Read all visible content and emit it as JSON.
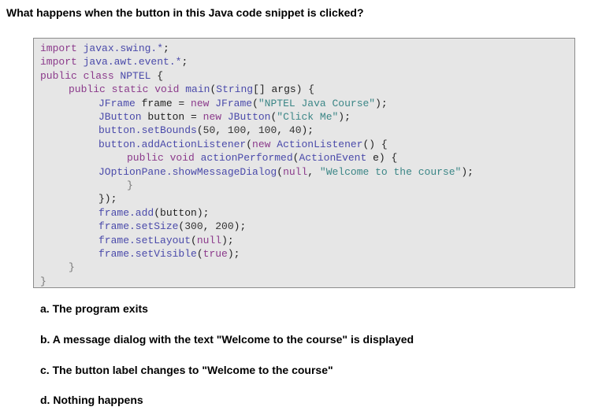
{
  "question": "What happens when the button in this Java code snippet is clicked?",
  "code_lines": [
    [
      [
        "kw",
        "import "
      ],
      [
        "nm",
        "javax.swing.*"
      ],
      [
        "pl",
        ";"
      ]
    ],
    [
      [
        "kw",
        "import "
      ],
      [
        "nm",
        "java.awt.event.*"
      ],
      [
        "pl",
        ";"
      ]
    ],
    [
      [
        "kw",
        "public class "
      ],
      [
        "nm",
        "NPTEL "
      ],
      [
        "pl",
        "{"
      ]
    ],
    [
      [
        "kw",
        "public static void "
      ],
      [
        "nm",
        "main"
      ],
      [
        "pl",
        "("
      ],
      [
        "nm",
        "String"
      ],
      [
        "pl",
        "[] args) {"
      ]
    ],
    [
      [
        "nm",
        "JFrame "
      ],
      [
        "pl",
        "frame = "
      ],
      [
        "kw",
        "new "
      ],
      [
        "nm",
        "JFrame"
      ],
      [
        "pl",
        "("
      ],
      [
        "str",
        "\"NPTEL Java Course\""
      ],
      [
        "pl",
        ");"
      ]
    ],
    [
      [
        "nm",
        "JButton "
      ],
      [
        "pl",
        "button = "
      ],
      [
        "kw",
        "new "
      ],
      [
        "nm",
        "JButton"
      ],
      [
        "pl",
        "("
      ],
      [
        "str",
        "\"Click Me\""
      ],
      [
        "pl",
        ");"
      ]
    ],
    [
      [
        "nm",
        "button.setBounds"
      ],
      [
        "pl",
        "("
      ],
      [
        "num",
        "50"
      ],
      [
        "pl",
        ", "
      ],
      [
        "num",
        "100"
      ],
      [
        "pl",
        ", "
      ],
      [
        "num",
        "100"
      ],
      [
        "pl",
        ", "
      ],
      [
        "num",
        "40"
      ],
      [
        "pl",
        ");"
      ]
    ],
    [
      [
        "nm",
        "button.addActionListener"
      ],
      [
        "pl",
        "("
      ],
      [
        "kw",
        "new "
      ],
      [
        "nm",
        "ActionListener"
      ],
      [
        "pl",
        "() {"
      ]
    ],
    [
      [
        "kw",
        "public void "
      ],
      [
        "nm",
        "actionPerformed"
      ],
      [
        "pl",
        "("
      ],
      [
        "nm",
        "ActionEvent "
      ],
      [
        "pl",
        "e) {"
      ]
    ],
    [
      [
        "nm",
        "JOptionPane.showMessageDialog"
      ],
      [
        "pl",
        "("
      ],
      [
        "kw",
        "null"
      ],
      [
        "pl",
        ", "
      ],
      [
        "str",
        "\"Welcome to the course\""
      ],
      [
        "pl",
        ");"
      ]
    ],
    [
      [
        "mu",
        "}"
      ]
    ],
    [
      [
        "pl",
        "});"
      ]
    ],
    [
      [
        "nm",
        "frame.add"
      ],
      [
        "pl",
        "(button);"
      ]
    ],
    [
      [
        "nm",
        "frame.setSize"
      ],
      [
        "pl",
        "("
      ],
      [
        "num",
        "300"
      ],
      [
        "pl",
        ", "
      ],
      [
        "num",
        "200"
      ],
      [
        "pl",
        ");"
      ]
    ],
    [
      [
        "nm",
        "frame.setLayout"
      ],
      [
        "pl",
        "("
      ],
      [
        "kw",
        "null"
      ],
      [
        "pl",
        ");"
      ]
    ],
    [
      [
        "nm",
        "frame.setVisible"
      ],
      [
        "pl",
        "("
      ],
      [
        "kw",
        "true"
      ],
      [
        "pl",
        ");"
      ]
    ],
    [
      [
        "mu",
        "}"
      ]
    ],
    [
      [
        "mu",
        "}"
      ]
    ]
  ],
  "options": [
    "a.  The program exits",
    "b.  A message dialog with the text \"Welcome to the course\" is displayed",
    "c.  The button label changes to \"Welcome to the course\"",
    "d.  Nothing happens"
  ]
}
